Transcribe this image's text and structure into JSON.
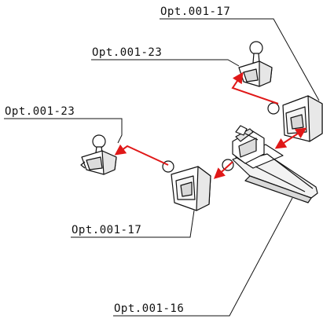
{
  "labels": {
    "top": "Opt.001-17",
    "upper_mid": "Opt.001-23",
    "left": "Opt.001-23",
    "lower_mid": "Opt.001-17",
    "bottom": "Opt.001-16"
  },
  "colors": {
    "line": "#111111",
    "arrow": "#e01818",
    "part_fill": "#ffffff",
    "part_shade": "#d8d8d8"
  }
}
